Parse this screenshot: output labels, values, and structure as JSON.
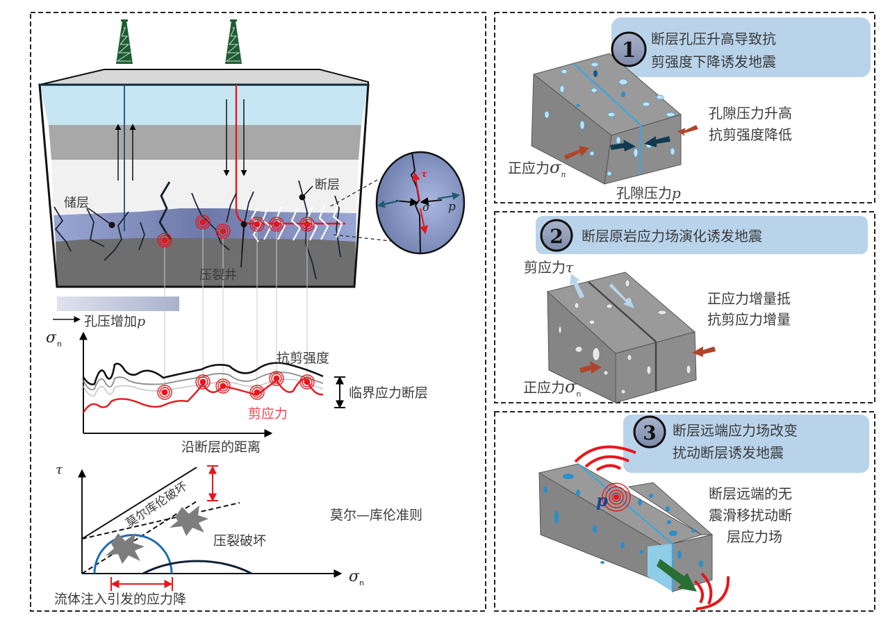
{
  "left_panel": {
    "labels": {
      "reservoir": "储层",
      "fault": "断层",
      "frac_well": "压裂井",
      "pore_pressure_increase": "孔压增加",
      "pore_pressure_symbol": "p"
    },
    "magnifier": {
      "tau": "τ",
      "sigma": "σ",
      "p": "p"
    },
    "stress_profile": {
      "y_axis_symbol": "σ",
      "y_axis_subscript": "n",
      "x_axis_label": "沿断层的距离",
      "shear_strength_label": "抗剪强度",
      "shear_stress_label": "剪应力",
      "critical_fault_label": "临界应力断层"
    },
    "mohr_coulomb": {
      "y_axis_symbol": "τ",
      "x_axis_symbol": "σ",
      "x_axis_subscript": "n",
      "envelope_label": "莫尔库伦破坏",
      "criterion_label": "莫尔—库伦准则",
      "frac_failure_label": "压裂破坏",
      "stress_drop_label": "流体注入引发的应力降"
    }
  },
  "panels": [
    {
      "number": "1",
      "title_line1": "断层孔压升高导致抗",
      "title_line2": "剪强度下降诱发地震",
      "desc_line1": "孔隙压力升高",
      "desc_line2": "抗剪强度降低",
      "normal_stress_label": "正应力",
      "normal_stress_symbol": "σ",
      "normal_stress_sub": "n",
      "pore_pressure_label": "孔隙压力",
      "pore_pressure_symbol": "p"
    },
    {
      "number": "2",
      "title_line1": "断层原岩应力场演化诱发地震",
      "shear_stress_label": "剪应力",
      "shear_stress_symbol": "τ",
      "desc_line1": "正应力增量抵",
      "desc_line2": "抗剪应力增量",
      "normal_stress_label": "正应力",
      "normal_stress_symbol": "σ",
      "normal_stress_sub": "n"
    },
    {
      "number": "3",
      "title_line1": "断层远端应力场改变",
      "title_line2": "扰动断层诱发地震",
      "desc_line1": "断层远端的无",
      "desc_line2": "震滑移扰动断",
      "desc_line3": "层应力场",
      "p_symbol": "p"
    }
  ],
  "colors": {
    "banner": "#b9d3ea",
    "badge": "#8e9bb8",
    "rock": "#8c8c8c",
    "fault_line": "#3ea6dc",
    "red": "#e8151b",
    "derrick": "#1f5c34",
    "arrow_brown": "#b0442a",
    "arrow_navy": "#0f3a52",
    "arrow_green": "#2a6e34"
  }
}
